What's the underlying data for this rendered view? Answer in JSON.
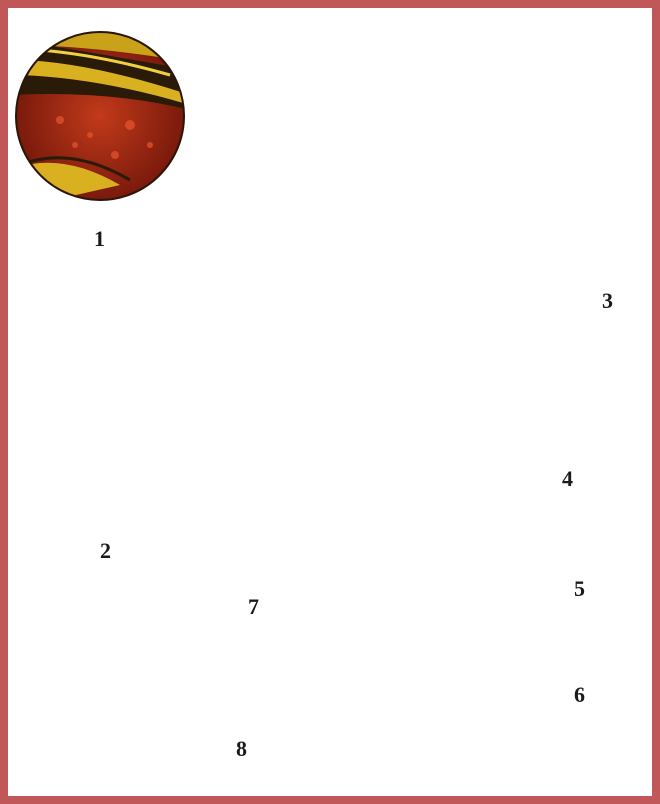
{
  "diagram": {
    "insets": [
      {
        "label": "1"
      },
      {
        "label": "2"
      }
    ],
    "callouts": [
      "3",
      "4",
      "5",
      "6",
      "7",
      "8"
    ],
    "colors": {
      "border": "#c0585a",
      "bone_outer": "#bf9464",
      "bone_shade": "#9c6f48",
      "spongy": "#e9b98e",
      "red_line": "#b0281c",
      "marrow_yellow": "#fff000",
      "marrow_orange": "#f08a2a"
    }
  }
}
